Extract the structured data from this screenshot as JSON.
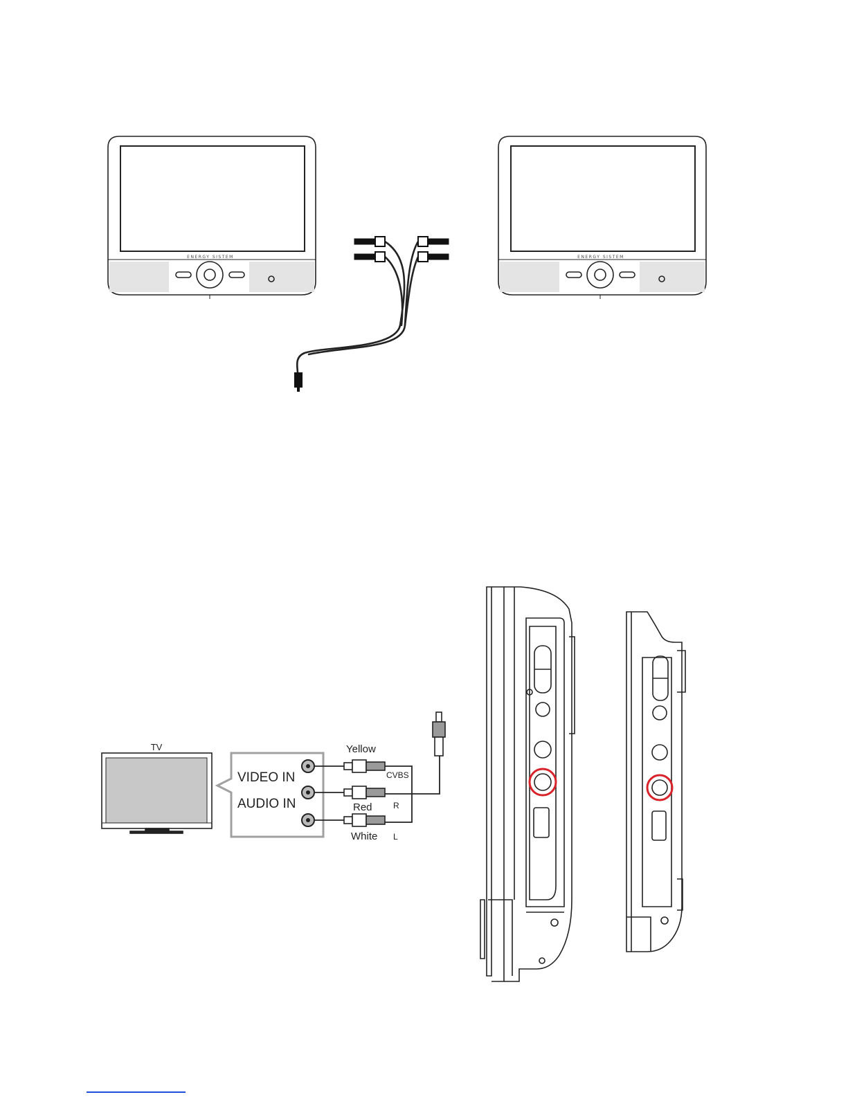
{
  "top_figure": {
    "left_monitor": {
      "brand_text": "ENERGY SISTEM"
    },
    "right_monitor": {
      "brand_text": "ENERGY SISTEM"
    }
  },
  "tv_figure": {
    "tv_label": "TV",
    "video_in_label": "VIDEO IN",
    "audio_in_label": "AUDIO IN",
    "cable_labels": {
      "yellow": "Yellow",
      "cvbs": "CVBS",
      "red": "Red",
      "r": "R",
      "white": "White",
      "l": "L"
    }
  },
  "colors": {
    "highlight_circle": "#d9232a",
    "footer_link": "#1f4fd8",
    "screen_gray": "#c8c8c8",
    "line": "#222222"
  }
}
